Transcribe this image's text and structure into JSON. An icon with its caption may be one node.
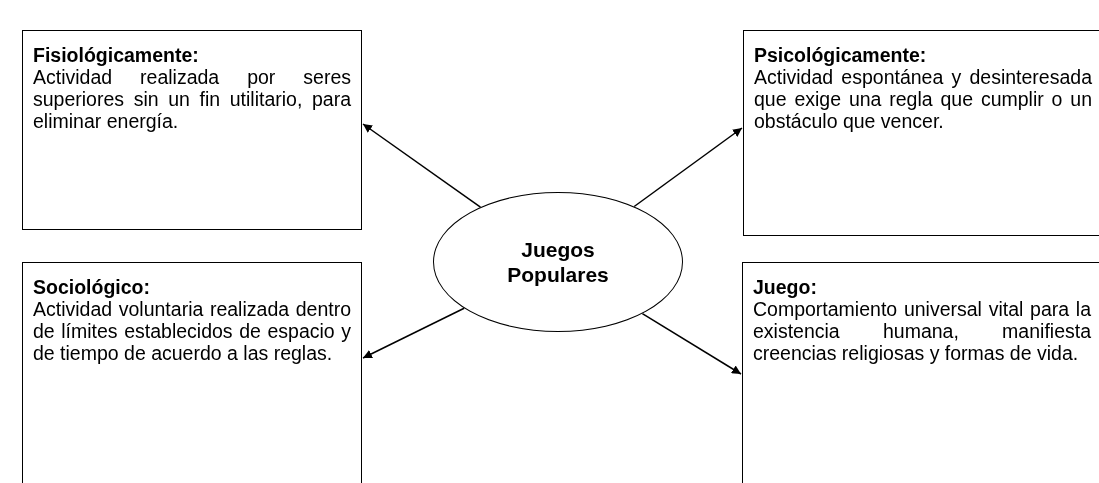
{
  "diagram": {
    "nodes": [
      {
        "text": [
          "Fisiológicamente:",
          "Actividad realizada por seres superiores sin un fin utilitario, para eliminar energía."
        ]
      },
      {
        "text": [
          "Psicológicamente:",
          "Actividad espontánea y desinteresada que exige una regla que cumplir o un obstáculo que vencer."
        ]
      },
      {
        "text": [
          "Juegos Populares"
        ]
      },
      {
        "text": [
          "Sociológico:",
          "Actividad voluntaria realizada dentro de límites establecidos de espacio y de tiempo de acuerdo a las reglas."
        ]
      },
      {
        "text": [
          "Juego:",
          "Comportamiento universal vital para la existencia humana, manifiesta creencias religiosas y formas de vida."
        ]
      }
    ],
    "edges": [
      {
        "from": 2,
        "to": 0,
        "arrow": "to"
      },
      {
        "from": 2,
        "to": 1,
        "arrow": "to"
      },
      {
        "from": 2,
        "to": 3,
        "arrow": "to"
      },
      {
        "from": 2,
        "to": 4,
        "arrow": "to"
      }
    ]
  }
}
